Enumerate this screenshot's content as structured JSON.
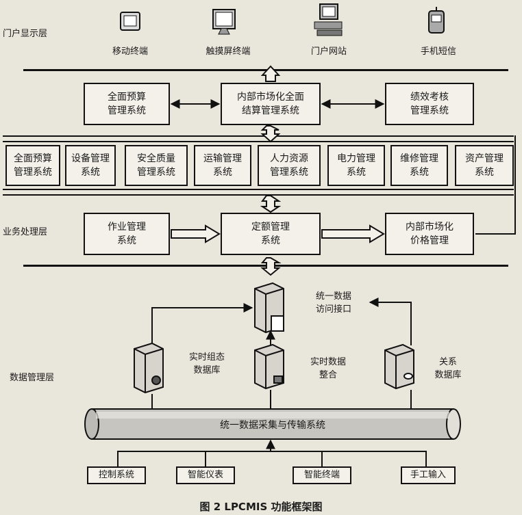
{
  "layers": {
    "portal": "门户显示层",
    "business": "业务处理层",
    "data": "数据管理层"
  },
  "portal_items": [
    "移动终端",
    "触摸屏终端",
    "门户网站",
    "手机短信"
  ],
  "top_row": {
    "left": "全面预算\n管理系统",
    "center": "内部市场化全面\n结算管理系统",
    "right": "绩效考核\n管理系统"
  },
  "modules": [
    "全面预算\n管理系统",
    "设备管理\n系统",
    "安全质量\n管理系统",
    "运输管理\n系统",
    "人力资源\n管理系统",
    "电力管理\n系统",
    "维修管理\n系统",
    "资产管理\n系统"
  ],
  "process_row": {
    "left": "作业管理\n系统",
    "center": "定额管理\n系统",
    "right": "内部市场化\n价格管理"
  },
  "data_nodes": {
    "access": "统一数据\n访问接口",
    "realtime_config": "实时组态\n数据库",
    "realtime_integration": "实时数据\n整合",
    "relational": "关系\n数据库"
  },
  "pipe_label": "统一数据采集与传输系统",
  "inputs": [
    "控制系统",
    "智能仪表",
    "智能终端",
    "手工输入"
  ],
  "caption": "图 2   LPCMIS 功能框架图"
}
